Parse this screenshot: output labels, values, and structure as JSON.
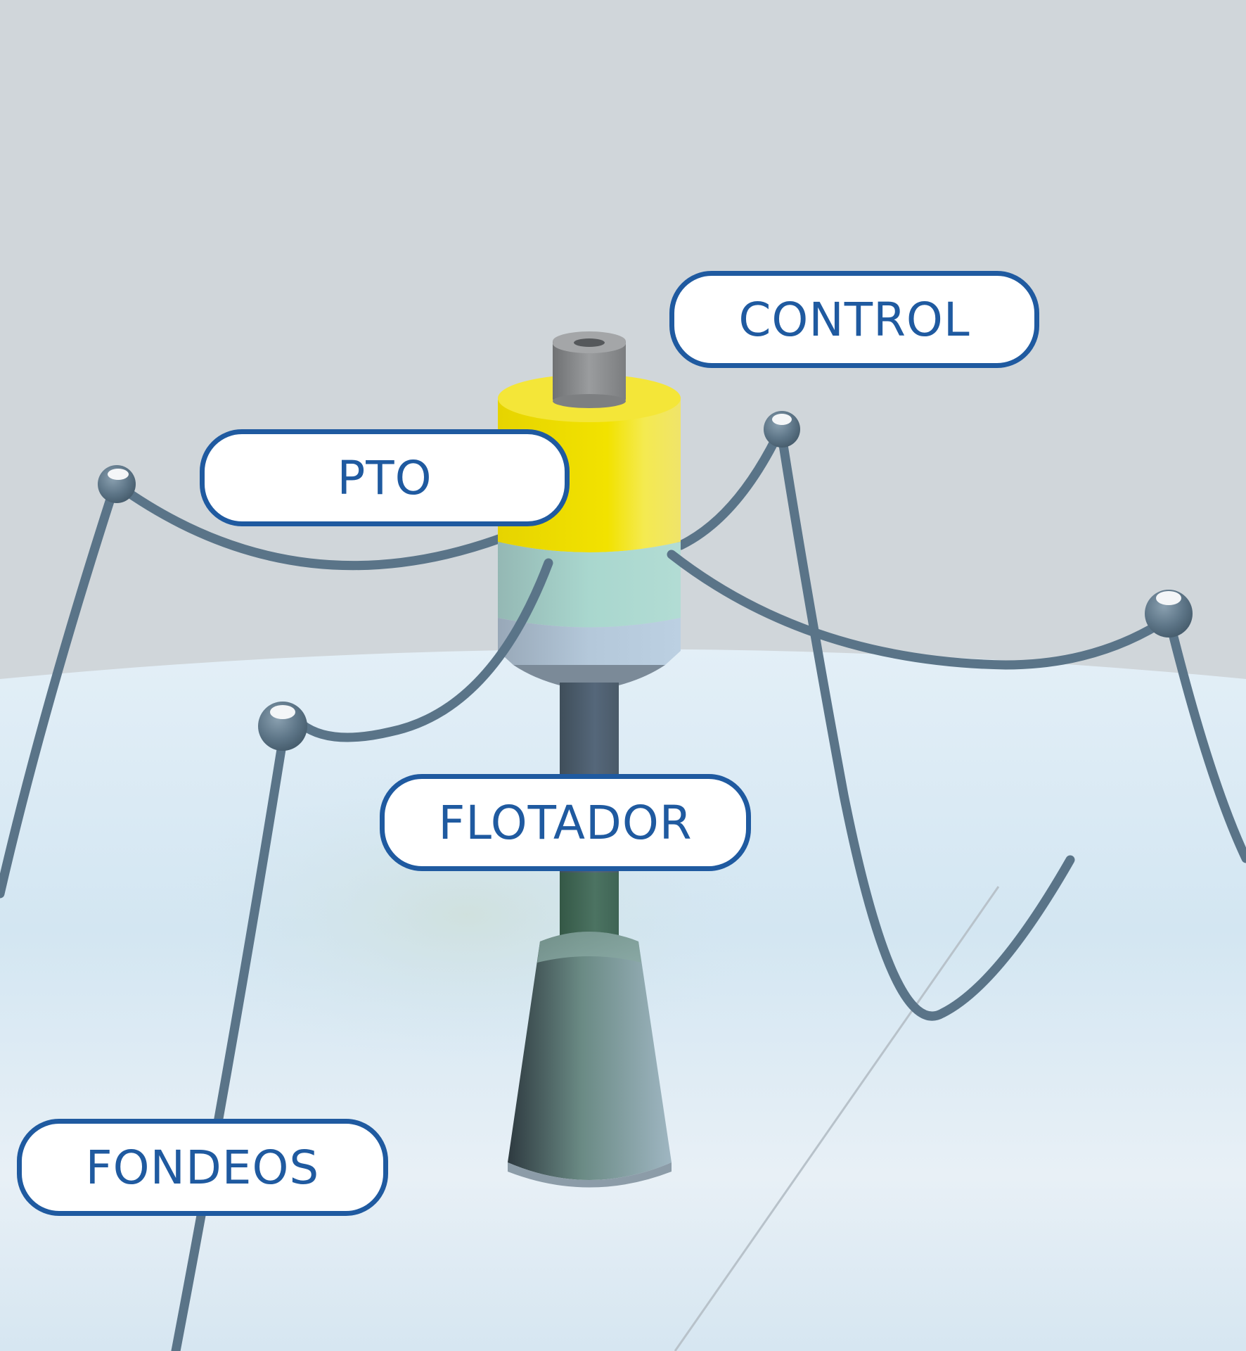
{
  "labels": {
    "control": "CONTROL",
    "pto": "PTO",
    "flotador": "FLOTADOR",
    "fondeos": "FONDEOS"
  },
  "colors": {
    "sky": "#d0d6da",
    "sea": "#d8e8f2",
    "label_border": "#1f5aa0",
    "label_text": "#1f5aa0",
    "pto_cylinder": "#f0e000",
    "control_cap": "#8a8c8e",
    "float_section": "#a8d4cc",
    "mooring_line": "#5a7488"
  }
}
